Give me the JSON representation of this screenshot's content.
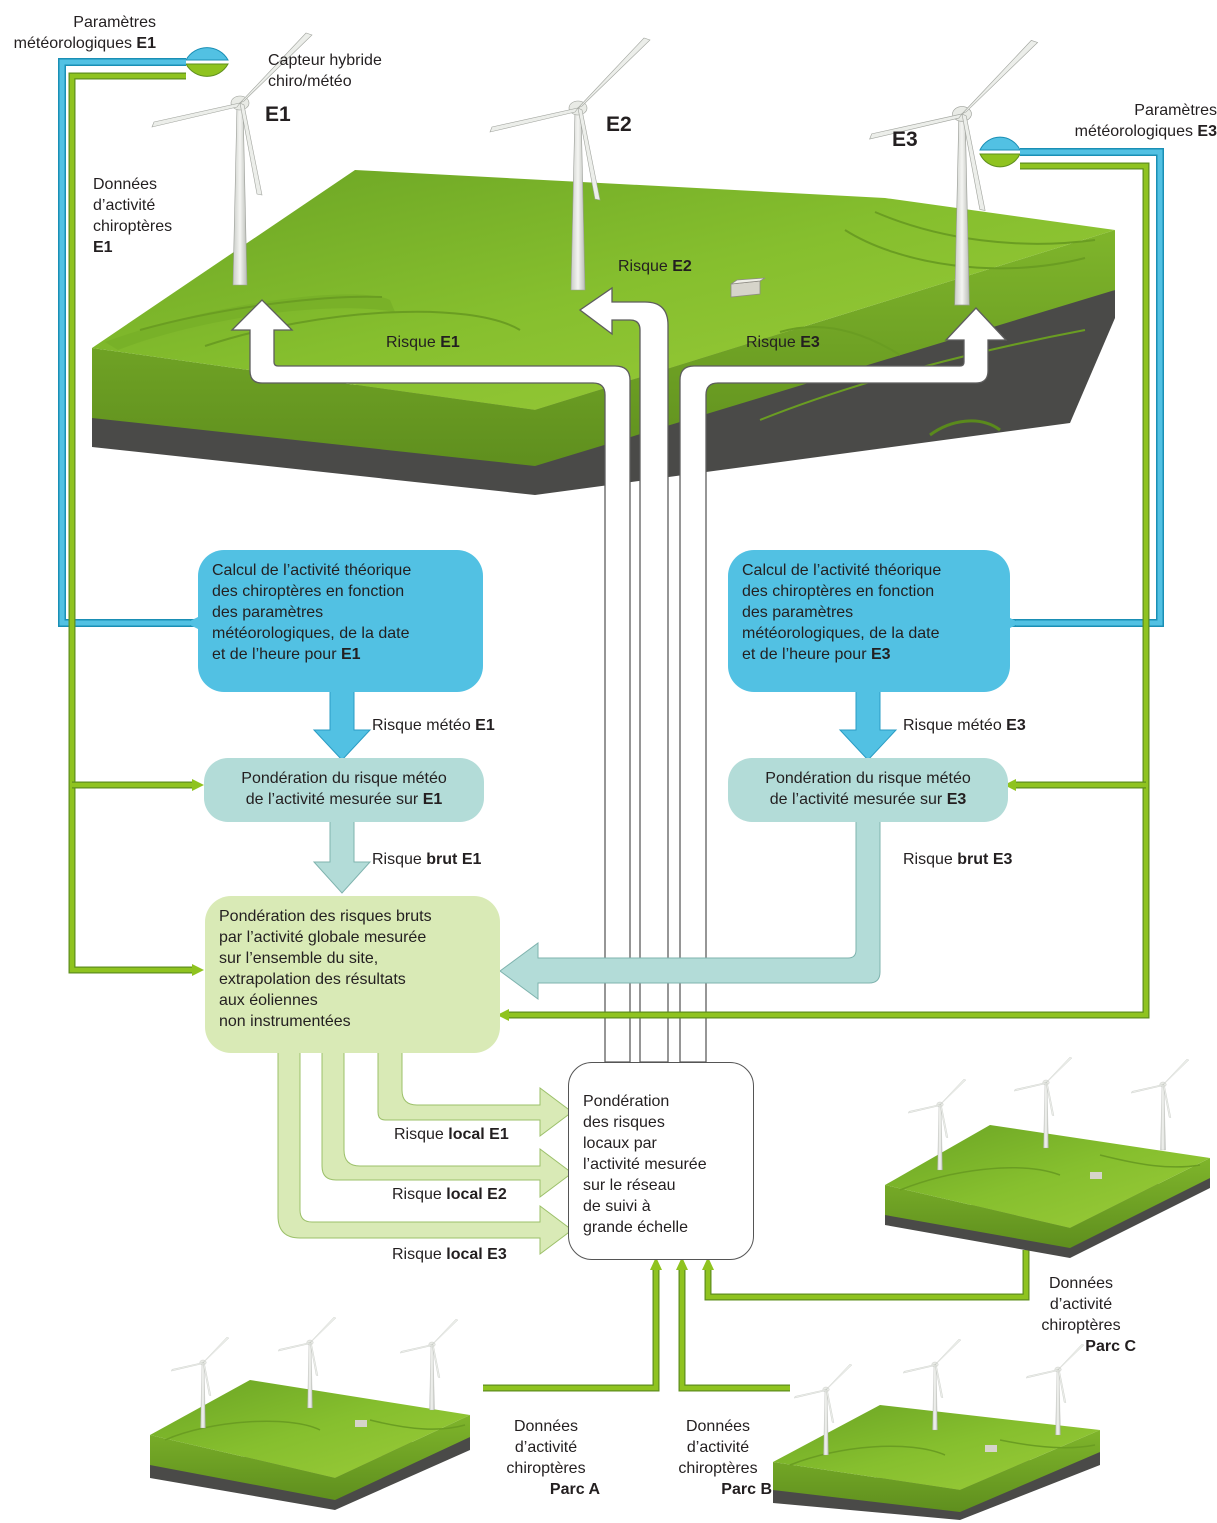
{
  "turbines": {
    "e1": "E1",
    "e2": "E2",
    "e3": "E3"
  },
  "labels": {
    "meteo_e1_a": "Paramètres",
    "meteo_e1_b": "météorologiques ",
    "meteo_e1_b_bold": "E1",
    "meteo_e3_a": "Paramètres",
    "meteo_e3_b": "météorologiques ",
    "meteo_e3_b_bold": "E3",
    "sensor_a": "Capteur hybride",
    "sensor_b": "chiro/météo",
    "activity_e1_a": "Données",
    "activity_e1_b": "d’activité",
    "activity_e1_c": "chiroptères",
    "activity_e1_d": "E1",
    "risque": "Risque ",
    "risk_e1": "E1",
    "risk_e2": "E2",
    "risk_e3": "E3",
    "risque_meteo": "Risque météo ",
    "risque_brut_word": "brut",
    "risque_local_word": "local",
    "parc_a_a": "Données",
    "parc_a_b": "d’activité",
    "parc_a_c": "chiroptères",
    "parc_a_d": "Parc A",
    "parc_b_a": "Données",
    "parc_b_b": "d’activité",
    "parc_b_c": "chiroptères",
    "parc_b_d": "Parc B",
    "parc_c_a": "Données",
    "parc_c_b": "d’activité",
    "parc_c_c": "chiroptères",
    "parc_c_d": "Parc C"
  },
  "boxes": {
    "calc_e1": [
      "Calcul de l’activité théorique",
      "des chiroptères en fonction",
      "des paramètres",
      "météorologiques, de la date",
      "et de l’heure pour "
    ],
    "calc_e1_bold": "E1",
    "calc_e3": [
      "Calcul de l’activité théorique",
      "des chiroptères en fonction",
      "des paramètres",
      "météorologiques, de la date",
      "et de l’heure pour "
    ],
    "calc_e3_bold": "E3",
    "pond_e1": [
      "Pondération du risque météo",
      "de l’activité mesurée sur "
    ],
    "pond_e1_bold": "E1",
    "pond_e3": [
      "Pondération du risque météo",
      "de l’activité mesurée sur "
    ],
    "pond_e3_bold": "E3",
    "global": [
      "Pondération des risques bruts",
      "par l’activité globale mesurée",
      "sur l’ensemble du  site,",
      "extrapolation des résultats",
      "aux éoliennes",
      "non instrumentées"
    ],
    "network": [
      "Pondération",
      "des risques",
      "locaux par",
      "l’activité mesurée",
      "sur le réseau",
      "de suivi à",
      "grande échelle"
    ]
  },
  "colors": {
    "blue": "#52c1e3",
    "teal": "#b3dcd8",
    "lightgreen": "#d9eab6",
    "green": "#8fc31f",
    "ground": "#8cc63f"
  }
}
